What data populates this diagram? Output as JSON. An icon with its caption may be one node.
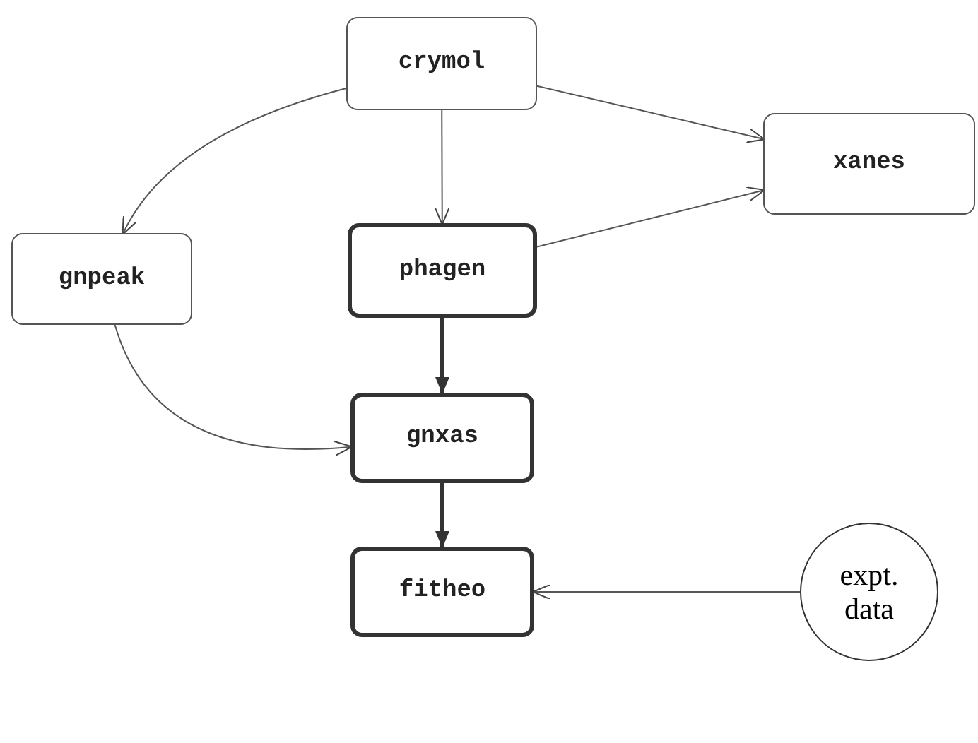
{
  "diagram": {
    "nodes": [
      {
        "text": [
          "crymol"
        ]
      },
      {
        "text": [
          "xanes"
        ]
      },
      {
        "text": [
          "gnpeak"
        ]
      },
      {
        "text": [
          "phagen"
        ]
      },
      {
        "text": [
          "gnxas"
        ]
      },
      {
        "text": [
          "fitheo"
        ]
      },
      {
        "text": [
          "expt. data"
        ]
      }
    ],
    "edges": [
      {
        "from": 0,
        "to": 2,
        "arrow": "to"
      },
      {
        "from": 0,
        "to": 3,
        "arrow": "to"
      },
      {
        "from": 0,
        "to": 1,
        "arrow": "to"
      },
      {
        "from": 3,
        "to": 1,
        "arrow": "to"
      },
      {
        "from": 3,
        "to": 4,
        "arrow": "to",
        "style": "thick"
      },
      {
        "from": 2,
        "to": 4,
        "arrow": "to"
      },
      {
        "from": 4,
        "to": 5,
        "arrow": "to",
        "style": "thick"
      },
      {
        "from": 6,
        "to": 5,
        "arrow": "to"
      }
    ]
  }
}
